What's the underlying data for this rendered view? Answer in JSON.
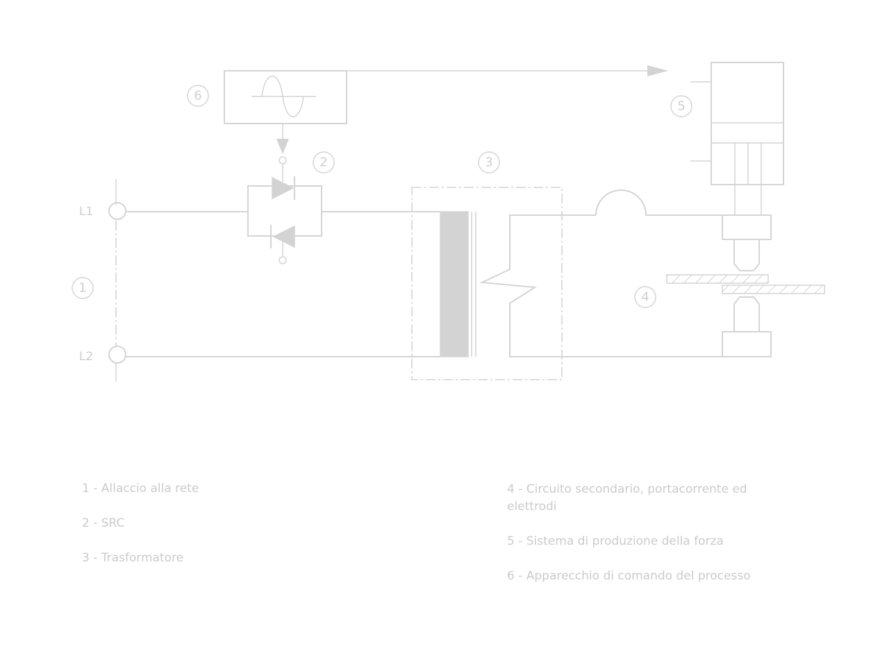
{
  "diagram": {
    "line_labels": {
      "l1": "L1",
      "l2": "L2"
    },
    "callouts": [
      "1",
      "2",
      "3",
      "4",
      "5",
      "6"
    ]
  },
  "legend": {
    "left": [
      "1 - Allaccio alla rete",
      "2 - SRC",
      "3 - Trasformatore"
    ],
    "right": [
      "4 - Circuito secondario, portacorrente ed elettrodi",
      "5 - Sistema di produzione della forza",
      "6 - Apparecchio di comando del processo"
    ]
  },
  "colors": {
    "line": "#d4d4d4",
    "core_fill": "#d3d3d3",
    "text": "#cbcbcb"
  }
}
